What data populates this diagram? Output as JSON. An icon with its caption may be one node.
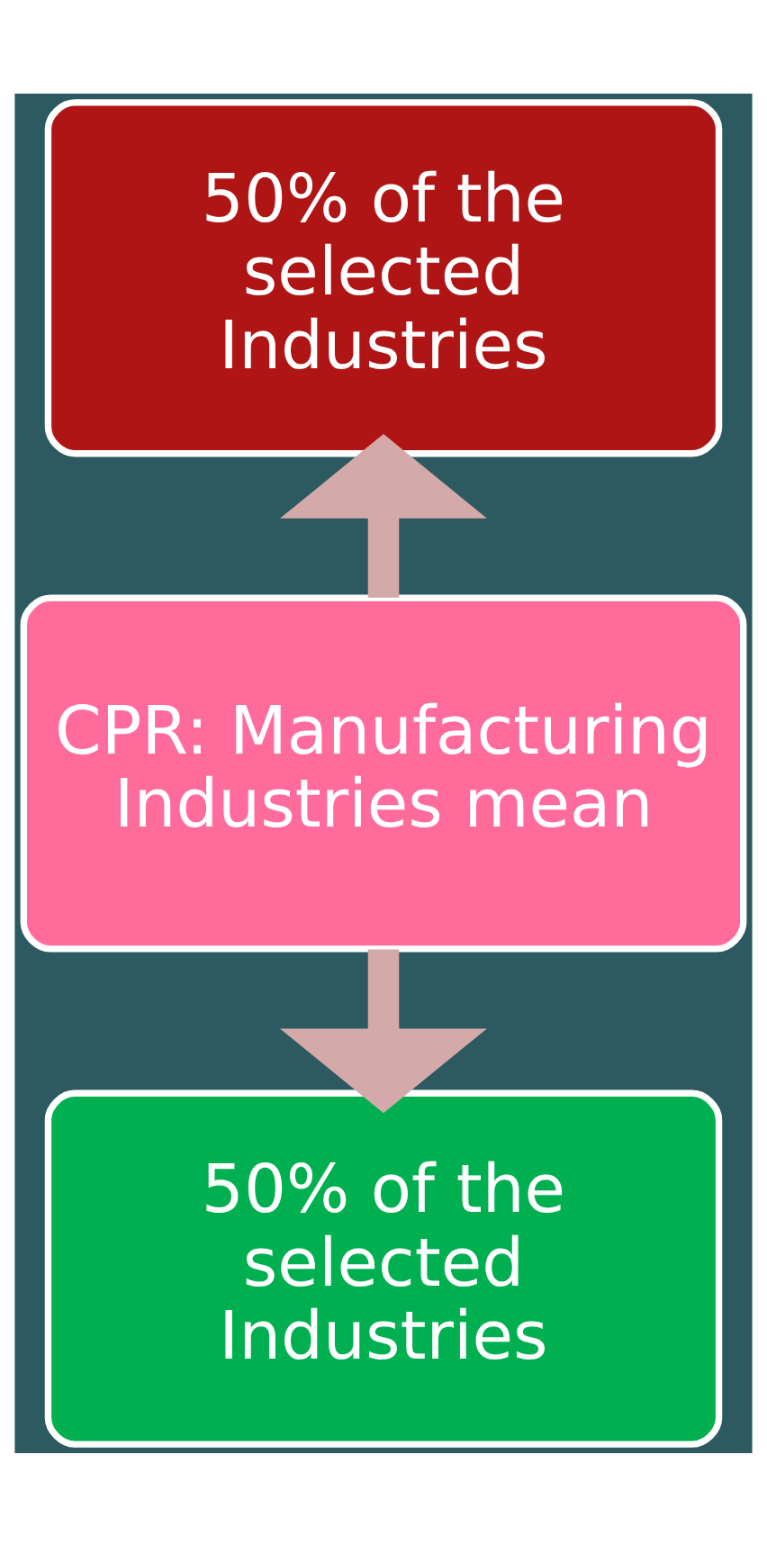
{
  "diagram": {
    "nodes": [
      {
        "text": [
          "50% of the selected Industries"
        ]
      },
      {
        "text": [
          "CPR: Manufacturing Industries mean"
        ]
      },
      {
        "text": [
          "50% of the selected Industries"
        ]
      }
    ],
    "edges": [
      {
        "from": 1,
        "to": 0,
        "arrow": "to"
      },
      {
        "from": 1,
        "to": 2,
        "arrow": "to"
      }
    ]
  }
}
